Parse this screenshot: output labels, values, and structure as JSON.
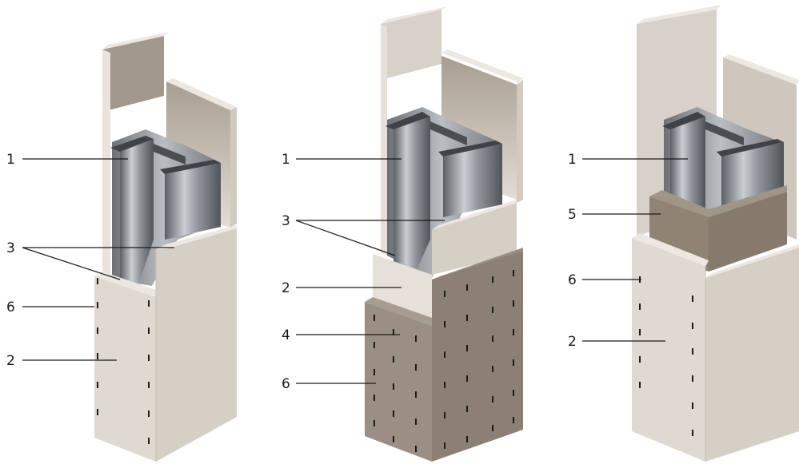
{
  "callouts": {
    "one": "1",
    "two": "2",
    "three": "3",
    "four": "4",
    "five": "5",
    "six": "6"
  },
  "colors": {
    "gypsum_light": "#e3ddd6",
    "gypsum_mid": "#d8d1c9",
    "gypsum_dark": "#c9c1b8",
    "gypsum_shadow": "#a69d92",
    "cladding_light": "#9a8f82",
    "cladding_dark": "#8a7f72",
    "block": "#8d8172",
    "steel_dark": "#4b5055",
    "steel_mid": "#8b9197",
    "steel_light": "#c6cbcf"
  }
}
